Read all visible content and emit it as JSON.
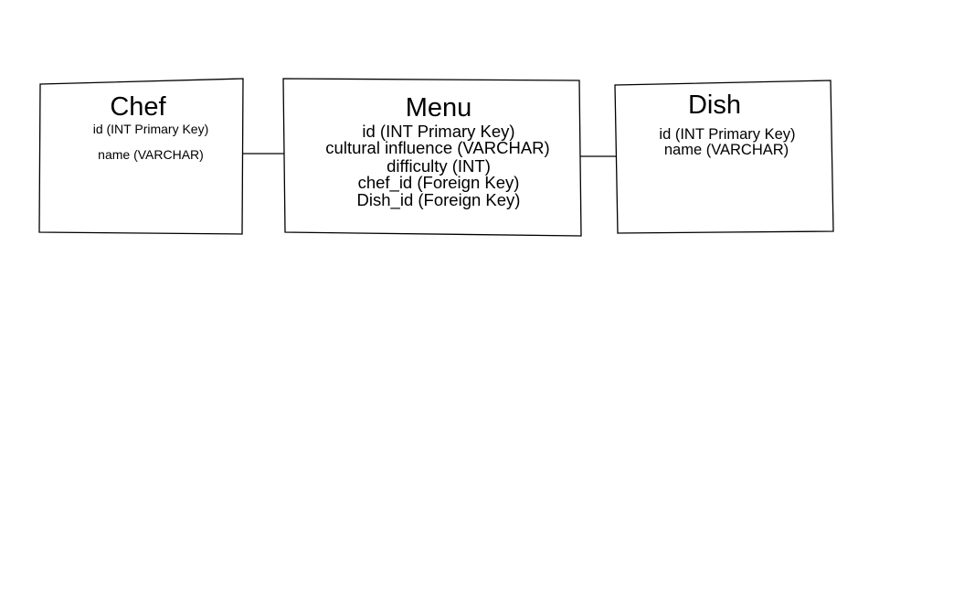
{
  "diagram": {
    "type": "entity-relationship",
    "entities": [
      {
        "id": "chef",
        "title": "Chef",
        "fields": [
          "id (INT Primary Key)",
          "name (VARCHAR)"
        ]
      },
      {
        "id": "menu",
        "title": "Menu",
        "fields": [
          "id (INT Primary Key)",
          "cultural influence (VARCHAR)",
          "difficulty (INT)",
          "chef_id (Foreign Key)",
          "Dish_id (Foreign Key)"
        ]
      },
      {
        "id": "dish",
        "title": "Dish",
        "fields": [
          "id (INT Primary Key)",
          "name (VARCHAR)"
        ]
      }
    ],
    "relationships": [
      {
        "from": "chef",
        "to": "menu"
      },
      {
        "from": "menu",
        "to": "dish"
      }
    ]
  }
}
